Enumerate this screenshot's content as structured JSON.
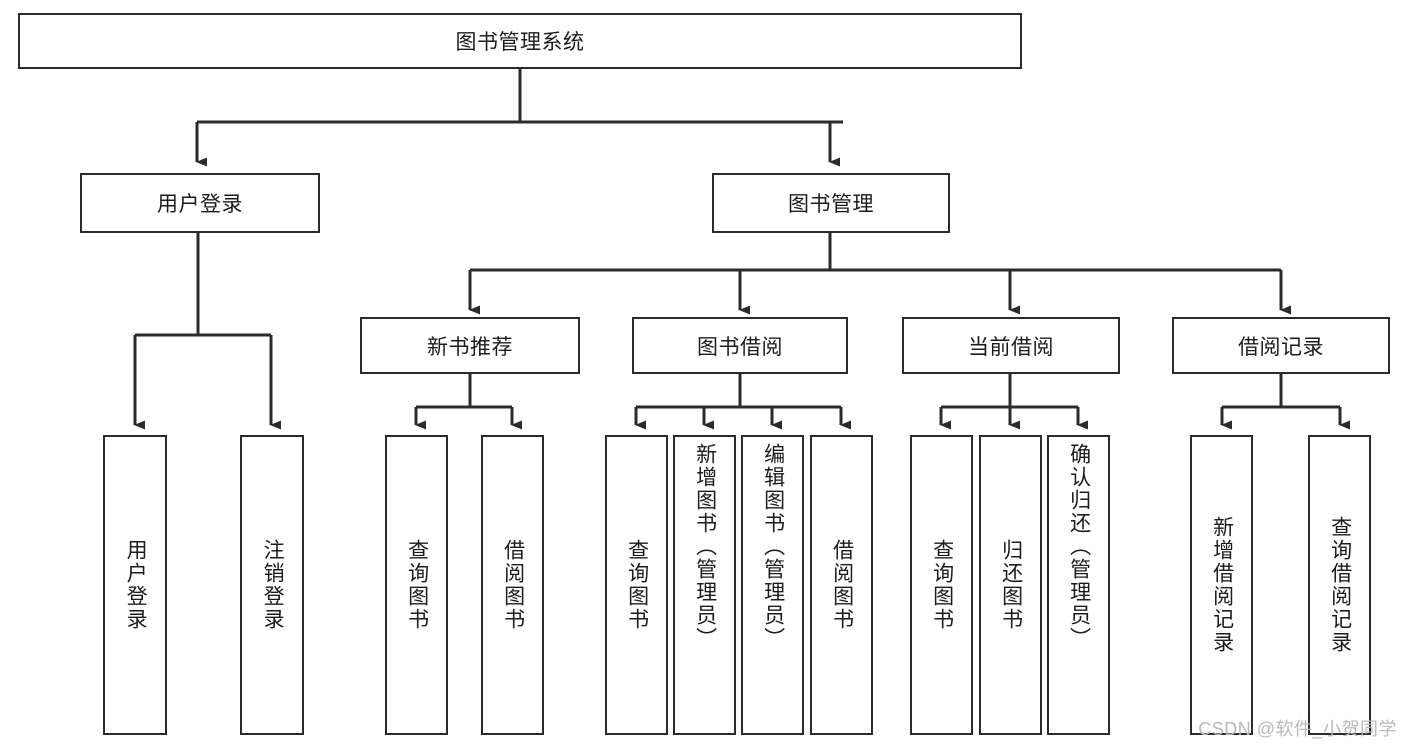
{
  "diagram": {
    "title": "图书管理系统",
    "type": "tree",
    "colors": {
      "stroke": "#2b2b2b",
      "fill": "#ffffff",
      "text": "#1c1c1c",
      "watermark": "#b9b9b9"
    },
    "root": {
      "label": "图书管理系统"
    },
    "level2": [
      {
        "label": "用户登录"
      },
      {
        "label": "图书管理"
      }
    ],
    "level3": [
      {
        "label": "新书推荐"
      },
      {
        "label": "图书借阅"
      },
      {
        "label": "当前借阅"
      },
      {
        "label": "借阅记录"
      }
    ],
    "leaves": {
      "user_login": [
        {
          "label": "用户登录"
        },
        {
          "label": "注销登录"
        }
      ],
      "new_book": [
        {
          "label": "查询图书"
        },
        {
          "label": "借阅图书"
        }
      ],
      "book_borrow": [
        {
          "label": "查询图书"
        },
        {
          "label": "新增图书（管理员）"
        },
        {
          "label": "编辑图书（管理员）"
        },
        {
          "label": "借阅图书"
        }
      ],
      "current_borrow": [
        {
          "label": "查询图书"
        },
        {
          "label": "归还图书"
        },
        {
          "label": "确认归还（管理员）"
        }
      ],
      "borrow_record": [
        {
          "label": "新增借阅记录"
        },
        {
          "label": "查询借阅记录"
        }
      ]
    }
  },
  "watermark": {
    "text": "CSDN @软件_小贺同学"
  }
}
